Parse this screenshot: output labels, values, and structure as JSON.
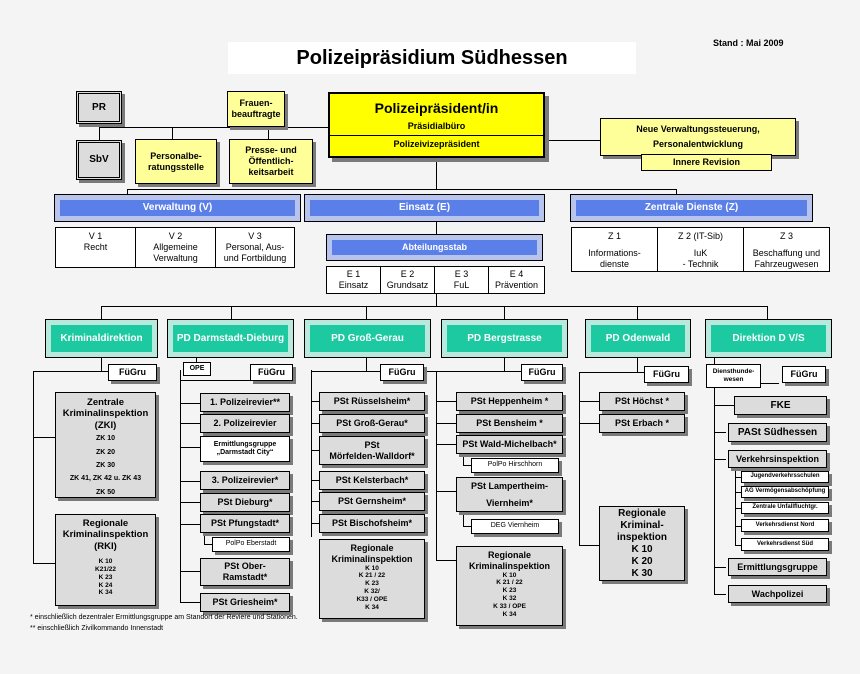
{
  "stand": "Stand : Mai  2009",
  "title": "Polizeipräsidium Südhessen",
  "top": {
    "pr": "PR",
    "sbv": "SbV",
    "frauen": [
      "Frauen-",
      "beauftragte"
    ],
    "personalberatung": [
      "Personalbe-",
      "ratungsstelle"
    ],
    "presse": [
      "Presse- und",
      "Öffentlich-",
      "keitsarbeit"
    ],
    "praesident": "Polizeipräsident/in",
    "praesidialbuero": "Präsidialbüro",
    "vizepraesident": "Polizeivizepräsident",
    "neue_vs": [
      "Neue Verwaltungssteuerung,",
      "Personalentwicklung"
    ],
    "innere_revision": "Innere Revision"
  },
  "divisions": {
    "v": "Verwaltung (V)",
    "e": "Einsatz (E)",
    "z": "Zentrale Dienste (Z)",
    "abteilungsstab": "Abteilungsstab"
  },
  "v_subs": [
    {
      "code": "V 1",
      "text": [
        "Recht"
      ]
    },
    {
      "code": "V 2",
      "text": [
        "Allgemeine",
        "Verwaltung"
      ]
    },
    {
      "code": "V 3",
      "text": [
        "Personal, Aus-",
        "und Fortbildung"
      ]
    }
  ],
  "e_subs": [
    {
      "code": "E 1",
      "text": "Einsatz"
    },
    {
      "code": "E 2",
      "text": "Grundsatz"
    },
    {
      "code": "E 3",
      "text": "FuL"
    },
    {
      "code": "E 4",
      "text": "Prävention"
    }
  ],
  "z_subs": [
    {
      "code": "Z 1",
      "text": [
        "",
        "Informations-",
        "dienste"
      ]
    },
    {
      "code": "Z 2 (IT-Sib)",
      "text": [
        "",
        "IuK",
        "- Technik"
      ]
    },
    {
      "code": "Z 3",
      "text": [
        "",
        "Beschaffung und",
        "Fahrzeugwesen"
      ]
    }
  ],
  "fuegru": "FüGru",
  "kd": {
    "name": "Kriminaldirektion",
    "zki": {
      "title": [
        "Zentrale",
        "Kriminalinspektion",
        "(ZKI)"
      ],
      "items": [
        "ZK 10",
        "ZK 20",
        "ZK 30",
        "ZK 41,  ZK 42 u.  ZK 43",
        "ZK 50"
      ]
    },
    "rki": {
      "title": [
        "Regionale",
        "Kriminalinspektion",
        "(RKI)"
      ],
      "items": [
        "K 10",
        "K21/22",
        "K 23",
        "K 24",
        "K 34"
      ]
    }
  },
  "dd": {
    "name": "PD Darmstadt-Dieburg",
    "ope": "OPE",
    "units": [
      "1. Polizeirevier**",
      "2. Polizeirevier",
      "Ermittlungsgruppe „Darmstadt City“",
      "3. Polizeirevier*",
      "PSt Dieburg*",
      "PSt Pfungstadt*",
      "PSt Ober-Ramstadt*",
      "PSt Griesheim*"
    ],
    "ermittlung": [
      "Ermittlungsgruppe",
      "„Darmstadt City“"
    ],
    "oberramstadt": [
      "PSt Ober-",
      "Ramstadt*"
    ],
    "polpo": "PolPo Eberstadt"
  },
  "gg": {
    "name": "PD Groß-Gerau",
    "units": [
      "PSt Rüsselsheim*",
      "PSt Groß-Gerau*",
      "PSt Kelsterbach*",
      "PSt Gernsheim*",
      "PSt Bischofsheim*"
    ],
    "moerfelden": [
      "PSt",
      "Mörfelden-Walldorf*"
    ],
    "rki": {
      "title": [
        "Regionale",
        "Kriminalinspektion"
      ],
      "items": [
        "K 10",
        "K 21 / 22",
        "K 23",
        "K 32/",
        "K33 / OPE",
        "K 34"
      ]
    }
  },
  "bs": {
    "name": "PD Bergstrasse",
    "units": [
      "PSt Heppenheim *",
      "PSt Bensheim *",
      "PSt Wald-Michelbach*"
    ],
    "polpo": "PolPo Hirschhorn",
    "lampertheim": [
      "PSt Lampertheim-",
      "Viernheim*"
    ],
    "deg": "DEG Viernheim",
    "rki": {
      "title": [
        "Regionale",
        "Kriminalinspektion"
      ],
      "items": [
        "K 10",
        "K 21 / 22",
        "K 23",
        "K 32",
        "K 33 / OPE",
        "K 34"
      ]
    }
  },
  "ow": {
    "name": "PD Odenwald",
    "units": [
      "PSt Höchst *",
      "PSt Erbach *"
    ],
    "rki": {
      "title": [
        "Regionale",
        "Kriminal-",
        "inspektion"
      ],
      "items": [
        "K 10",
        "K 20",
        "K 30"
      ]
    }
  },
  "dvs": {
    "name": "Direktion D V/S",
    "dienst": [
      "Diensthunde-",
      "wesen"
    ],
    "fke": "FKE",
    "past": "PASt  Südhessen",
    "verkehr": "Verkehrsinspektion",
    "verkehr_items": [
      "Jugendverkehrsschulen",
      "AG Vermögensabschöpfung",
      "Zentrale Unfallfluchtgr.",
      "Verkehrsdienst Nord",
      "Verkehrsdienst Süd"
    ],
    "ermittlung": "Ermittlungsgruppe",
    "wach": "Wachpolizei"
  },
  "footnotes": [
    "*  einschließlich dezentraler Ermittlungsgruppe am Standort der Reviere und Stationen.",
    "** einschließlich Zivilkommando Innenstadt"
  ]
}
